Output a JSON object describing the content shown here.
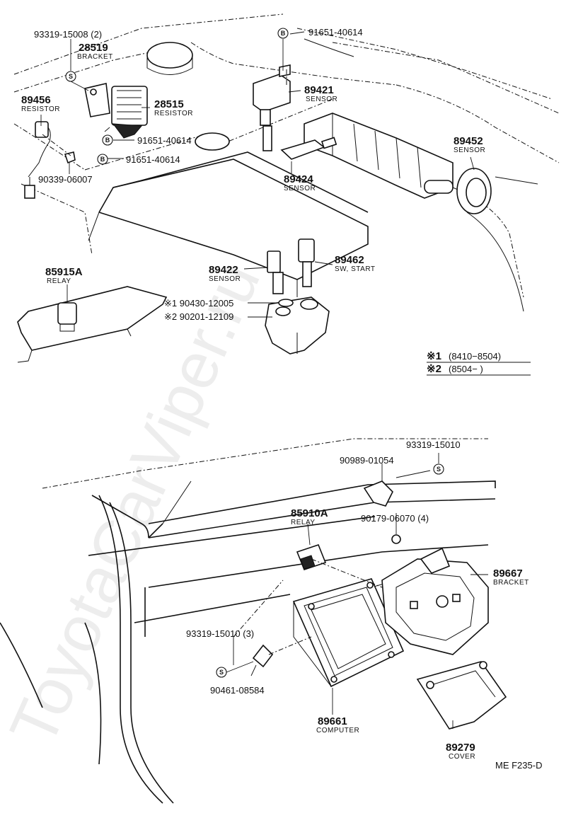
{
  "watermark": "ToyotaCarViper.ru",
  "parts": {
    "p93319_15008": "93319-15008 (2)",
    "p28519": "28519",
    "p28519_desc": "BRACKET",
    "p89456": "89456",
    "p89456_desc": "RESISTOR",
    "p28515": "28515",
    "p28515_desc": "RESISTOR",
    "p91651_40614_a": "91651-40614",
    "p91651_40614_b": "91651-40614",
    "p91651_40614_c": "91651-40614",
    "p90339_06007": "90339-06007",
    "p89421": "89421",
    "p89421_desc": "SENSOR",
    "p89424": "89424",
    "p89424_desc": "SENSOR",
    "p89452": "89452",
    "p89452_desc": "SENSOR",
    "p85915A": "85915A",
    "p85915A_desc": "RELAY",
    "p89422": "89422",
    "p89422_desc": "SENSOR",
    "p89462": "89462",
    "p89462_desc": "SW, START",
    "p190430": "※1 90430-12005",
    "p290201": "※2 90201-12109",
    "p93319_15010": "93319-15010",
    "p90989_01054": "90989-01054",
    "p85910A": "85910A",
    "p85910A_desc": "RELAY",
    "p90179_06070": "90179-06070 (4)",
    "p89667": "89667",
    "p89667_desc": "BRACKET",
    "p93319_15010_3": "93319-15010 (3)",
    "p90461_08584": "90461-08584",
    "p89661": "89661",
    "p89661_desc": "COMPUTER",
    "p89279": "89279",
    "p89279_desc": "COVER"
  },
  "markers": {
    "s": "S",
    "b": "B"
  },
  "notes": {
    "n1_mark": "※1",
    "n1_range": "(8410−8504)",
    "n2_mark": "※2",
    "n2_range": "(8504−          )"
  },
  "ref_code": "ME F235-D"
}
